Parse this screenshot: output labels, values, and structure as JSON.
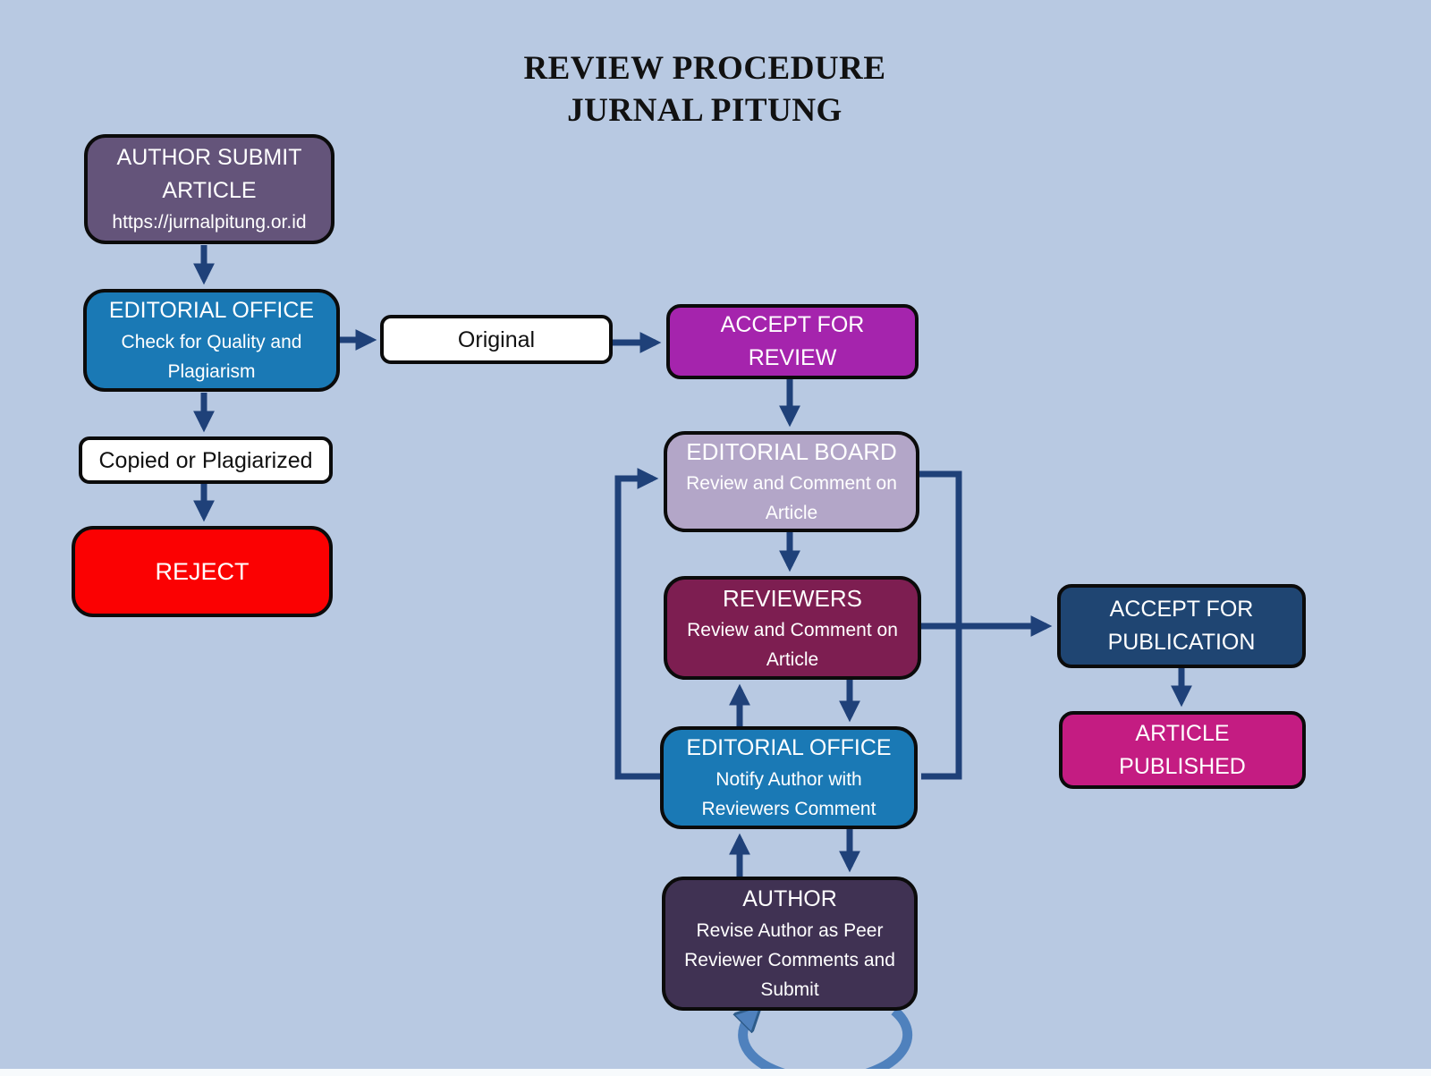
{
  "background_color": "#b8c9e2",
  "arrow_color": "#1f4179",
  "curved_arrow_color": "#4f81bd",
  "title": {
    "line1": "REVIEW PROCEDURE",
    "line2": "JURNAL PITUNG"
  },
  "nodes": {
    "author_submit": {
      "title": "AUTHOR SUBMIT ARTICLE",
      "subtitle": "https://jurnalpitung.or.id",
      "color": "#64547a"
    },
    "editorial_office_check": {
      "title": "EDITORIAL OFFICE",
      "subtitle": "Check for Quality and Plagiarism",
      "color": "#1a79b5"
    },
    "original": {
      "title": "Original",
      "color": "#ffffff"
    },
    "accept_for_review": {
      "title": "ACCEPT FOR REVIEW",
      "color": "#a524ad"
    },
    "copied_or_plagiarized": {
      "title": "Copied or Plagiarized",
      "color": "#ffffff"
    },
    "reject": {
      "title": "REJECT",
      "color": "#fb0102"
    },
    "editorial_board": {
      "title": "EDITORIAL BOARD",
      "subtitle": "Review and Comment on Article",
      "color": "#b3a6c8"
    },
    "reviewers": {
      "title": "REVIEWERS",
      "subtitle": "Review and Comment on Article",
      "color": "#7d1e51"
    },
    "accept_for_publication": {
      "title": "ACCEPT FOR PUBLICATION",
      "color": "#1f4572"
    },
    "article_published": {
      "title": "ARTICLE PUBLISHED",
      "color": "#c41c82"
    },
    "editorial_office_notify": {
      "title": "EDITORIAL OFFICE",
      "subtitle": "Notify Author with Reviewers Comment",
      "color": "#1a79b5"
    },
    "author_revise": {
      "title": "AUTHOR",
      "subtitle": "Revise Author as Peer Reviewer Comments and Submit",
      "color": "#403253"
    }
  }
}
